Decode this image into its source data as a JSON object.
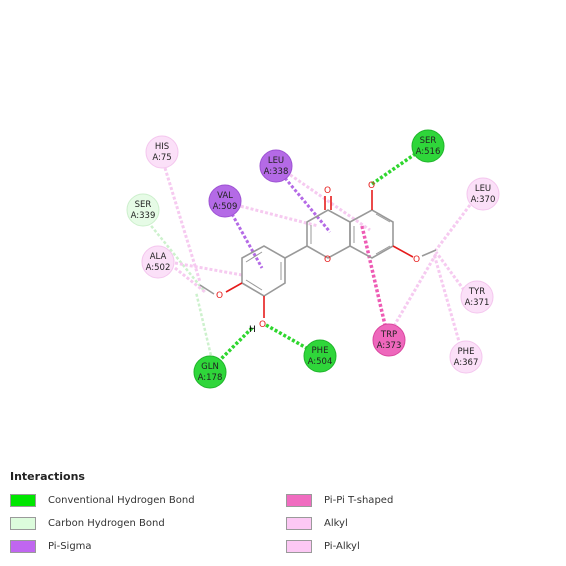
{
  "residues": [
    {
      "id": "his75",
      "name": "HIS",
      "chain_pos": "A:75",
      "type": "alkyl_light"
    },
    {
      "id": "leu338",
      "name": "LEU",
      "chain_pos": "A:338",
      "type": "pi_sigma"
    },
    {
      "id": "ser516",
      "name": "SER",
      "chain_pos": "A:516",
      "type": "conventional_hb"
    },
    {
      "id": "leu370",
      "name": "LEU",
      "chain_pos": "A:370",
      "type": "alkyl_light"
    },
    {
      "id": "ser339",
      "name": "SER",
      "chain_pos": "A:339",
      "type": "carbon_hb"
    },
    {
      "id": "val509",
      "name": "VAL",
      "chain_pos": "A:509",
      "type": "pi_sigma"
    },
    {
      "id": "ala502",
      "name": "ALA",
      "chain_pos": "A:502",
      "type": "alkyl_light"
    },
    {
      "id": "tyr371",
      "name": "TYR",
      "chain_pos": "A:371",
      "type": "alkyl_light"
    },
    {
      "id": "trp373",
      "name": "TRP",
      "chain_pos": "A:373",
      "type": "pi_pi"
    },
    {
      "id": "phe367",
      "name": "PHE",
      "chain_pos": "A:367",
      "type": "alkyl_light"
    },
    {
      "id": "gln178",
      "name": "GLN",
      "chain_pos": "A:178",
      "type": "conventional_hb"
    },
    {
      "id": "phe504",
      "name": "PHE",
      "chain_pos": "A:504",
      "type": "conventional_hb"
    }
  ],
  "atoms": {
    "oxygen": "O",
    "hydrogen": "H"
  },
  "legend": {
    "title": "Interactions",
    "items": [
      {
        "label": "Conventional Hydrogen Bond",
        "color": "#00e600"
      },
      {
        "label": "Carbon Hydrogen Bond",
        "color": "#dcfcdc"
      },
      {
        "label": "Pi-Sigma",
        "color": "#c066f0"
      },
      {
        "label": "Pi-Pi T-shaped",
        "color": "#f06cc0"
      },
      {
        "label": "Alkyl",
        "color": "#fcc8f4"
      },
      {
        "label": "Pi-Alkyl",
        "color": "#fcc8f4"
      }
    ]
  },
  "colors": {
    "conventional_hb": "#2fd63a",
    "carbon_hb": "#dcf8dc",
    "pi_sigma": "#b46ae6",
    "pi_pi": "#ee67bc",
    "alkyl_light": "#f6d2f2",
    "bond": "#999999",
    "oxygen": "#e61c1c"
  }
}
